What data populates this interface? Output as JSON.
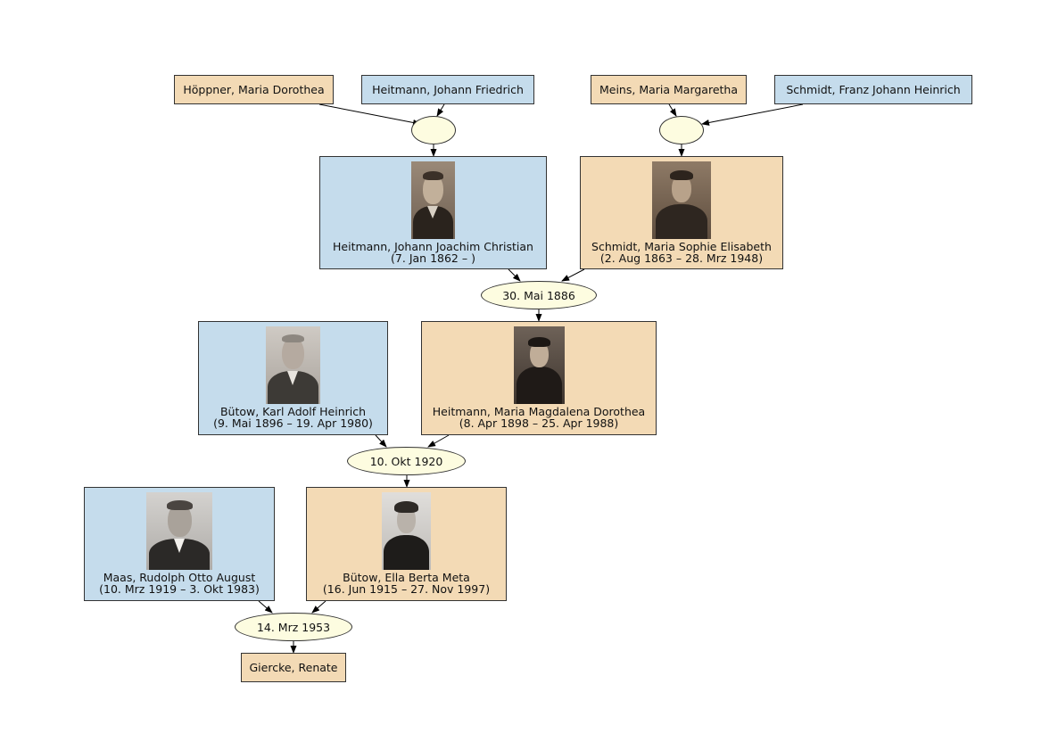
{
  "persons": {
    "hoeppner_md": {
      "name": "Höppner, Maria Dorothea"
    },
    "heitmann_jf": {
      "name": "Heitmann, Johann Friedrich"
    },
    "meins_mm": {
      "name": "Meins, Maria Margaretha"
    },
    "schmidt_fjh": {
      "name": "Schmidt, Franz Johann Heinrich"
    },
    "heitmann_jjc": {
      "name": "Heitmann, Johann Joachim Christian",
      "dates": "(7. Jan 1862 – )"
    },
    "schmidt_mse": {
      "name": "Schmidt, Maria Sophie Elisabeth",
      "dates": "(2. Aug 1863 – 28. Mrz 1948)"
    },
    "buetow_kah": {
      "name": "Bütow, Karl Adolf Heinrich",
      "dates": "(9. Mai 1896 – 19. Apr 1980)"
    },
    "heitmann_mmd": {
      "name": "Heitmann, Maria Magdalena Dorothea",
      "dates": "(8. Apr 1898 – 25. Apr 1988)"
    },
    "maas_roa": {
      "name": "Maas, Rudolph Otto August",
      "dates": "(10. Mrz 1919 – 3. Okt 1983)"
    },
    "buetow_ebm": {
      "name": "Bütow, Ella Berta Meta",
      "dates": "(16. Jun 1915 – 27. Nov 1997)"
    },
    "giercke_r": {
      "name": "Giercke, Renate"
    }
  },
  "marriages": {
    "m1": {
      "label": ""
    },
    "m2": {
      "label": ""
    },
    "m3": {
      "label": "30. Mai 1886"
    },
    "m4": {
      "label": "10. Okt 1920"
    },
    "m5": {
      "label": "14. Mrz 1953"
    }
  },
  "colors": {
    "male": "#c5dcec",
    "female": "#f3dab5",
    "family": "#fdfce0",
    "edge": "#000000"
  }
}
